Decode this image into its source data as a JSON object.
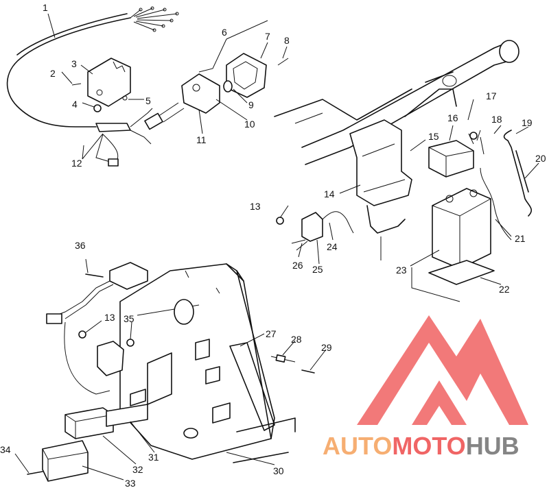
{
  "callouts": [
    {
      "label": "1"
    },
    {
      "label": "2"
    },
    {
      "label": "3"
    },
    {
      "label": "4"
    },
    {
      "label": "5"
    },
    {
      "label": "6"
    },
    {
      "label": "7"
    },
    {
      "label": "8"
    },
    {
      "label": "9"
    },
    {
      "label": "10"
    },
    {
      "label": "11"
    },
    {
      "label": "12"
    },
    {
      "label": "13"
    },
    {
      "label": "14"
    },
    {
      "label": "15"
    },
    {
      "label": "16"
    },
    {
      "label": "17"
    },
    {
      "label": "18"
    },
    {
      "label": "19"
    },
    {
      "label": "20"
    },
    {
      "label": "21"
    },
    {
      "label": "22"
    },
    {
      "label": "23"
    },
    {
      "label": "24"
    },
    {
      "label": "25"
    },
    {
      "label": "26"
    },
    {
      "label": "27"
    },
    {
      "label": "28"
    },
    {
      "label": "29"
    },
    {
      "label": "30"
    },
    {
      "label": "31"
    },
    {
      "label": "32"
    },
    {
      "label": "33"
    },
    {
      "label": "34"
    },
    {
      "label": "35"
    },
    {
      "label": "36"
    },
    {
      "label": "13"
    }
  ],
  "watermark": {
    "part1": "AUTO",
    "part2": "MOTO",
    "part3": "HUB",
    "colors": {
      "orange": "#f5a05a",
      "red": "#ee4b4b",
      "gray": "#707070",
      "logo": "#f06262"
    }
  }
}
